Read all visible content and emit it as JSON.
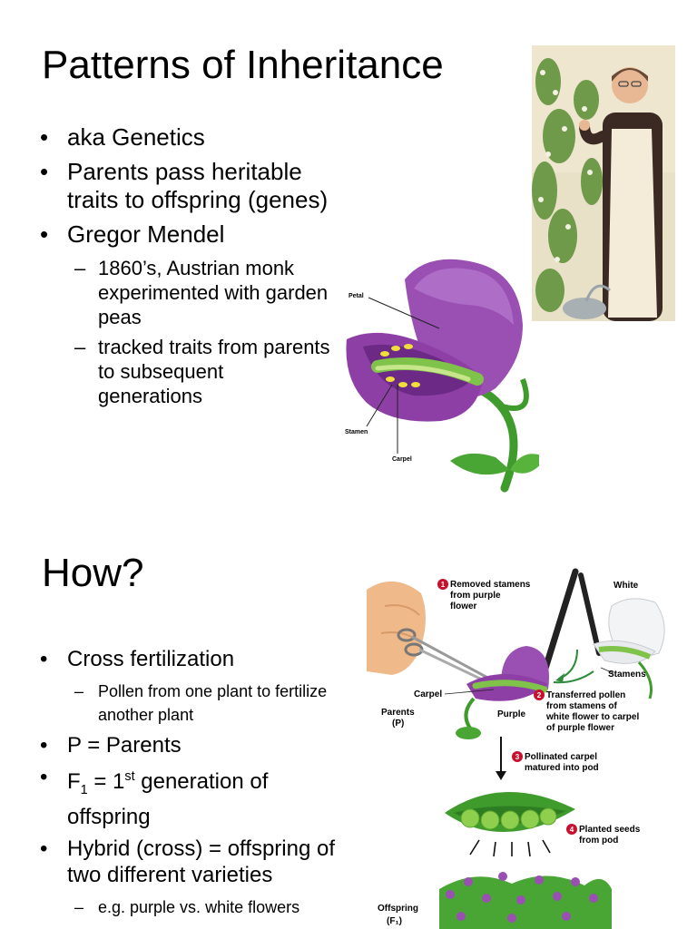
{
  "slide1": {
    "title": "Patterns of Inheritance",
    "bullets": {
      "b1": "aka Genetics",
      "b2": "Parents pass heritable traits to offspring (genes)",
      "b3": "Gregor Mendel"
    },
    "sub": {
      "s1": "1860’s, Austrian monk experimented with garden peas",
      "s2": "tracked traits from parents to subsequent generations"
    },
    "flower_labels": {
      "petal": "Petal",
      "stamen": "Stamen",
      "carpel": "Carpel"
    }
  },
  "slide2": {
    "title": "How?",
    "bullets": {
      "b1": "Cross fertilization",
      "b2": "P = Parents",
      "b3_pre": "F",
      "b3_sub": "1",
      "b3_mid": " = 1",
      "b3_sup": "st",
      "b3_post": " generation of offspring",
      "b4": "Hybrid (cross) = offspring of two different varieties"
    },
    "sub": {
      "s1": "Pollen from one plant to fertilize another plant",
      "s2": "e.g. purple vs. white flowers"
    },
    "diagram": {
      "step1_num": "1",
      "step1_line1": "Removed stamens",
      "step1_line2": "from purple",
      "step1_line3": "flower",
      "white": "White",
      "stamens": "Stamens",
      "carpel": "Carpel",
      "step2_num": "2",
      "step2_line1": "Transferred pollen",
      "step2_line2": "from stamens of",
      "step2_line3": "white flower to carpel",
      "step2_line4": "of purple flower",
      "parents_line1": "Parents",
      "parents_line2": "(P)",
      "purple": "Purple",
      "step3_num": "3",
      "step3_line1": "Pollinated carpel",
      "step3_line2": "matured into pod",
      "step4_num": "4",
      "step4_line1": "Planted seeds",
      "step4_line2": "from pod",
      "offspring_line1": "Offspring",
      "offspring_line2": "(F₁)"
    }
  },
  "colors": {
    "purple": "#8e3fa6",
    "purple_light": "#b77bd0",
    "leaf_green": "#3e9b2c",
    "step_red": "#c8102e"
  }
}
